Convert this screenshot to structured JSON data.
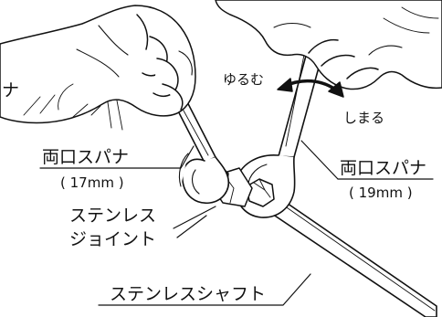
{
  "labels": {
    "loosen": "ゆるむ",
    "tighten": "しまる",
    "left_spanner_name": "両口スパナ",
    "left_spanner_size": "( 17mm )",
    "right_spanner_name": "両口スパナ",
    "right_spanner_size": "( 19mm )",
    "joint_line1": "ステンレス",
    "joint_line2": "ジョイント",
    "shaft": "ステンレスシャフト",
    "edge_fragment": "ナ"
  },
  "colors": {
    "ink": "#111111",
    "background": "#ffffff"
  }
}
